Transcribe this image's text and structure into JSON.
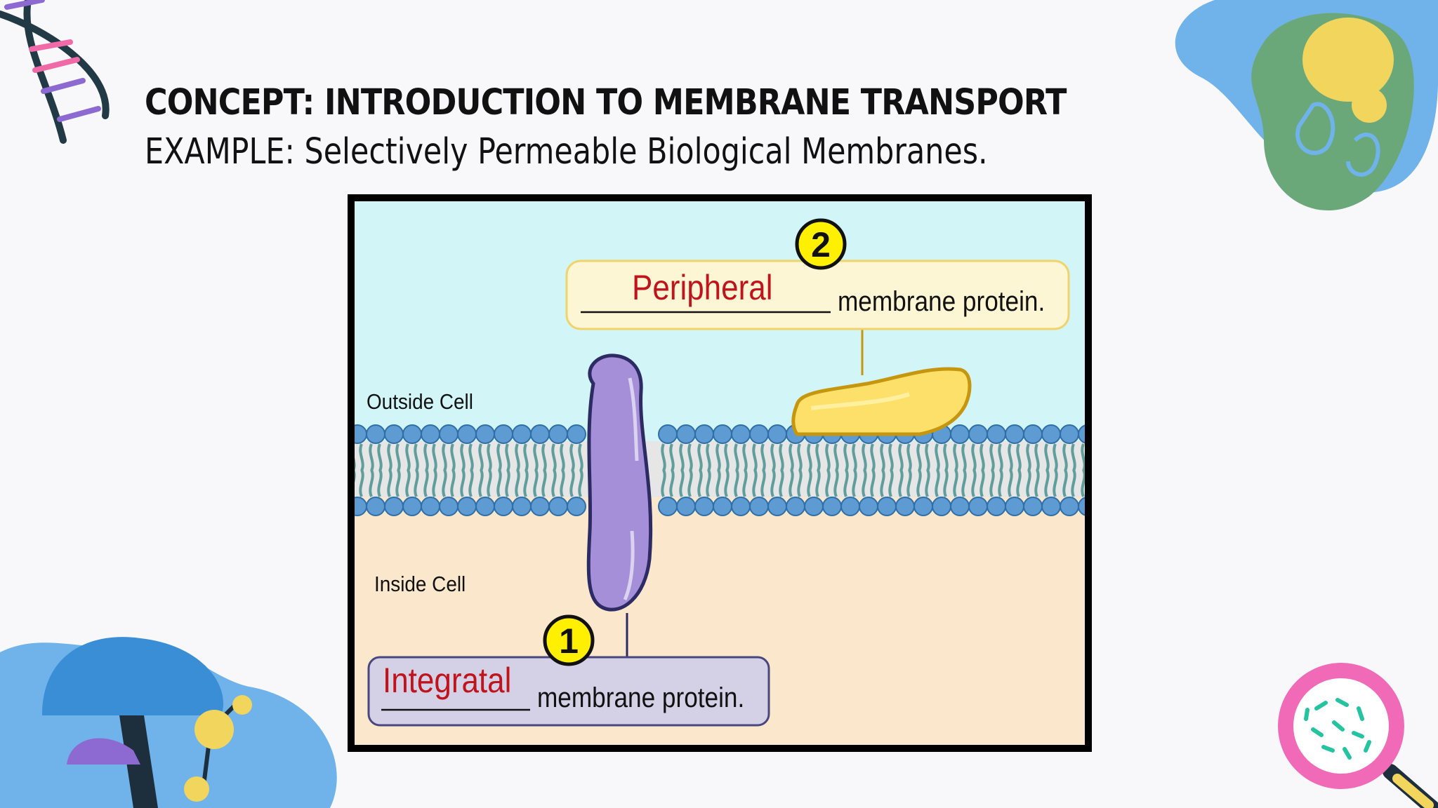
{
  "header": {
    "title": "CONCEPT: INTRODUCTION TO MEMBRANE TRANSPORT",
    "subtitle": "EXAMPLE: Selectively Permeable Biological Membranes."
  },
  "diagram": {
    "outside_label": "Outside Cell",
    "inside_label": "Inside Cell",
    "callouts": [
      {
        "number": "1",
        "answer": "Integratal",
        "suffix": "membrane protein."
      },
      {
        "number": "2",
        "answer": "Peripheral",
        "suffix": "membrane protein."
      }
    ]
  },
  "colors": {
    "outside": "#d2f6f8",
    "inside": "#fae7cc",
    "integral_protein": "#a48fd8",
    "peripheral_protein": "#fde06a",
    "lipid_head": "#5f9bd3",
    "answer_text": "#c0141c",
    "callout_1_bg": "#d4d1e6",
    "callout_2_bg": "#fdf6d5"
  }
}
